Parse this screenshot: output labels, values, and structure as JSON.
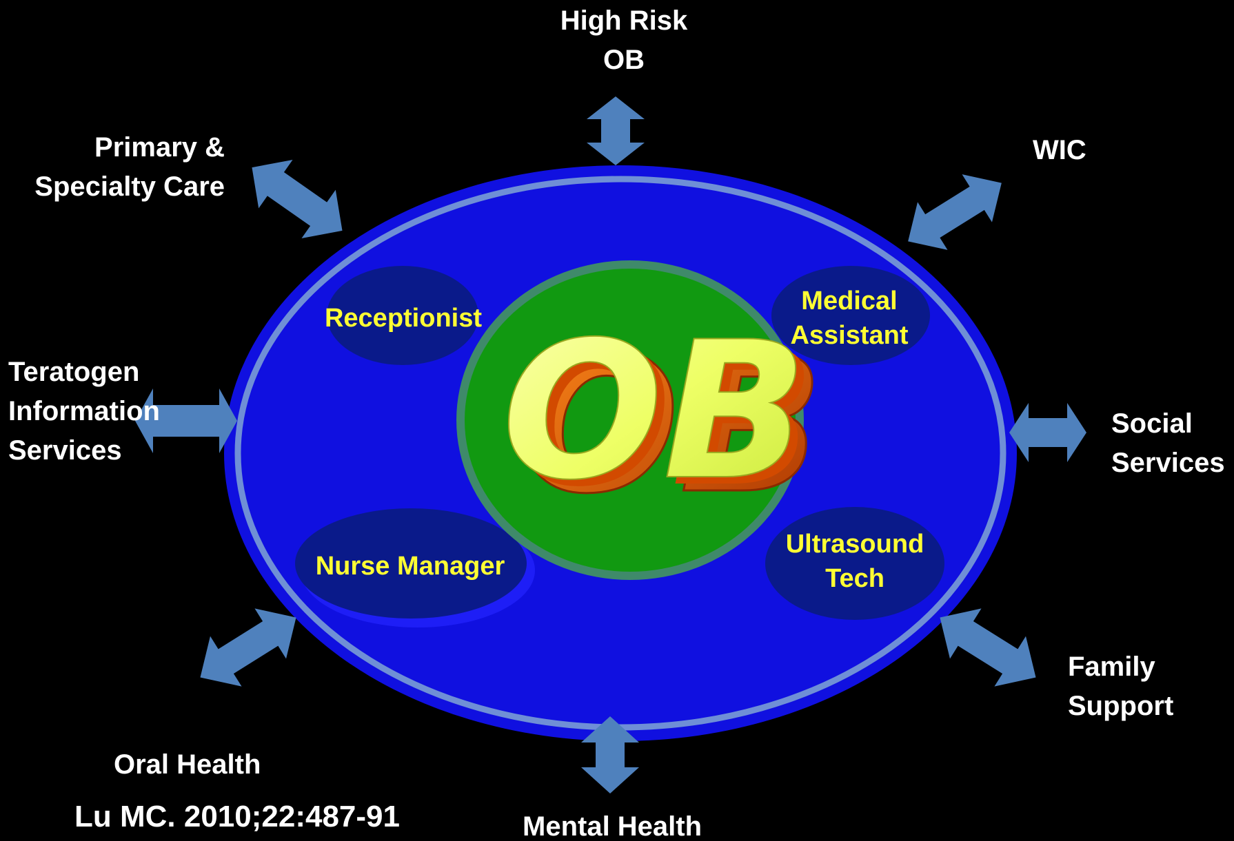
{
  "colors": {
    "background": "#000000",
    "outer_ellipse": "#1010e0",
    "outer_ring": "#6f8fd6",
    "center_circle": "#119911",
    "center_ring": "#3f8a6a",
    "role_bubble": "#0a1a8a",
    "arrow": "#4f81bd",
    "ob_face": "#eeff66",
    "ob_side": "#d24a00",
    "external_text": "#ffffff",
    "role_text": "#ffff33"
  },
  "center": {
    "logo_text": "OB"
  },
  "roles": [
    {
      "id": "receptionist",
      "lines": [
        "Receptionist"
      ]
    },
    {
      "id": "medical-assistant",
      "lines": [
        "Medical",
        "Assistant"
      ]
    },
    {
      "id": "nurse-manager",
      "lines": [
        "Nurse Manager"
      ]
    },
    {
      "id": "ultrasound-tech",
      "lines": [
        "Ultrasound",
        "Tech"
      ]
    }
  ],
  "external_services": [
    {
      "id": "high-risk-ob",
      "lines": [
        "High Risk",
        "OB"
      ]
    },
    {
      "id": "wic",
      "lines": [
        "WIC"
      ]
    },
    {
      "id": "primary-specialty-care",
      "lines": [
        "Primary &",
        "Specialty Care"
      ]
    },
    {
      "id": "teratogen-information-services",
      "lines": [
        "Teratogen",
        "Information",
        "Services"
      ]
    },
    {
      "id": "social-services",
      "lines": [
        "Social",
        "Services"
      ]
    },
    {
      "id": "family-support",
      "lines": [
        "Family",
        "Support"
      ]
    },
    {
      "id": "oral-health",
      "lines": [
        "Oral Health"
      ]
    },
    {
      "id": "mental-health",
      "lines": [
        "Mental Health"
      ]
    }
  ],
  "citation": "Lu MC. 2010;22:487-91"
}
